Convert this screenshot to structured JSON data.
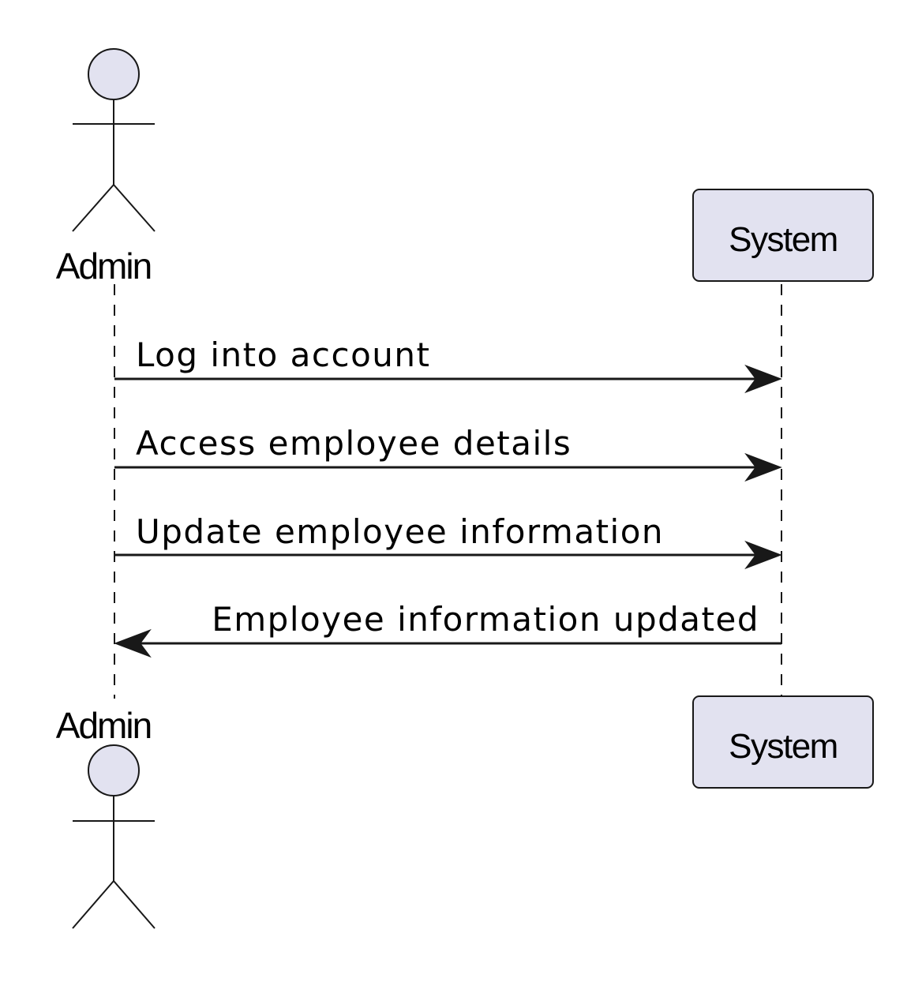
{
  "participants": {
    "admin": {
      "name": "Admin",
      "kind": "actor"
    },
    "system": {
      "name": "System",
      "kind": "participant"
    }
  },
  "messages": [
    {
      "label": "Log into account",
      "from": "Admin",
      "to": "System"
    },
    {
      "label": "Access employee details",
      "from": "Admin",
      "to": "System"
    },
    {
      "label": "Update employee information",
      "from": "Admin",
      "to": "System"
    },
    {
      "label": "Employee information updated",
      "from": "System",
      "to": "Admin"
    }
  ],
  "colors": {
    "participant_fill": "#e2e2f0",
    "stroke": "#181818",
    "background": "#ffffff"
  }
}
